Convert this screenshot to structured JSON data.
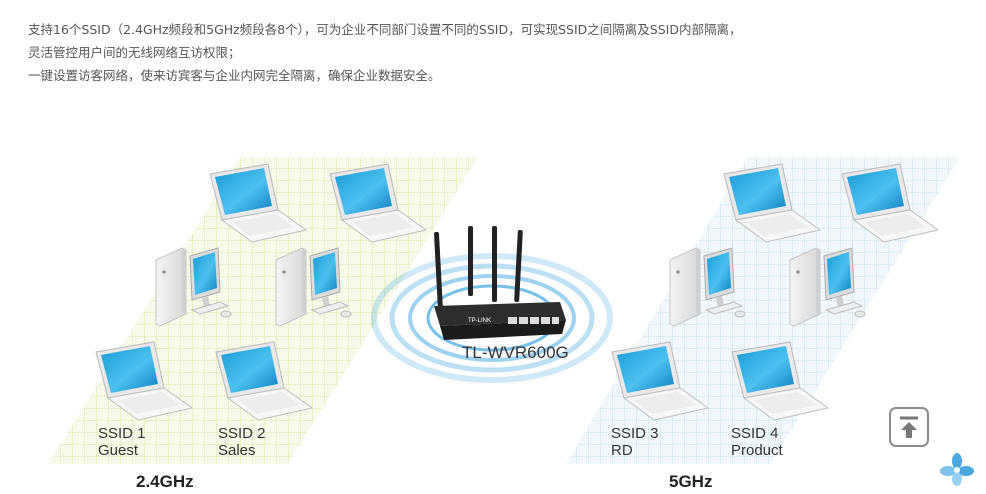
{
  "intro": {
    "line1": "支持16个SSID（2.4GHz频段和5GHz频段各8个），可为企业不同部门设置不同的SSID，可实现SSID之间隔离及SSID内部隔离，",
    "line2": "灵活管控用户间的无线网络互访权限；",
    "line3": "一键设置访客网络，使来访宾客与企业内网完全隔离，确保企业数据安全。"
  },
  "router": {
    "model": "TL-WVR600G",
    "brand": "TP-LINK"
  },
  "left_band": {
    "label": "2.4GHz",
    "grid_color": "#dde9b6",
    "ssids": [
      {
        "name": "SSID 1",
        "group": "Guest"
      },
      {
        "name": "SSID 2",
        "group": "Sales"
      }
    ]
  },
  "right_band": {
    "label": "5GHz",
    "grid_color": "#cfe3ef",
    "ssids": [
      {
        "name": "SSID 3",
        "group": "RD"
      },
      {
        "name": "SSID 4",
        "group": "Product"
      }
    ]
  },
  "controls": {
    "back_to_top_icon": "arrow-up-icon",
    "assistant_icon": "flower-icon"
  }
}
